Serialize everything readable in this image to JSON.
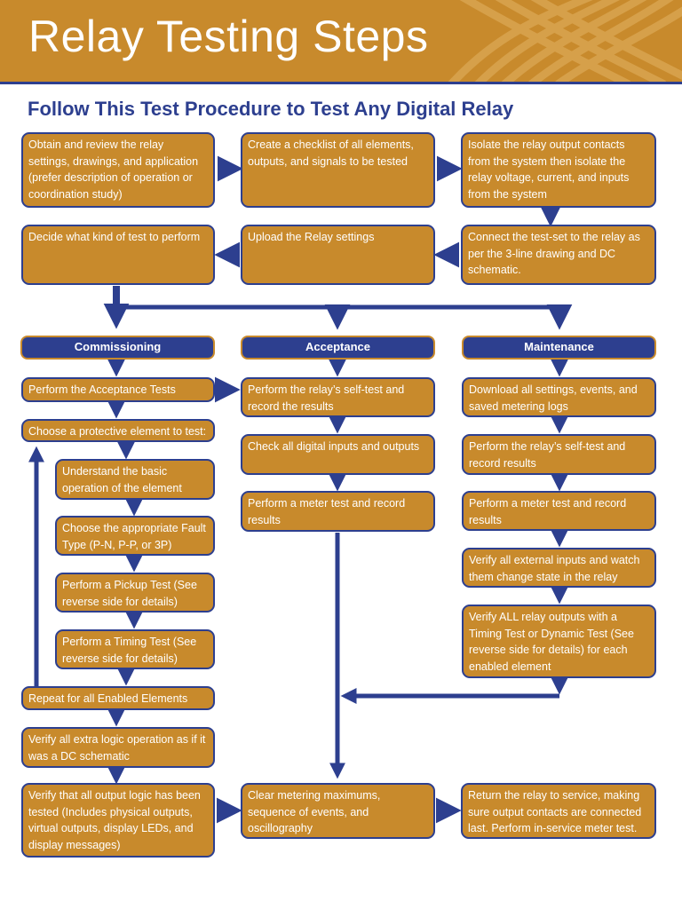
{
  "header": {
    "title": "Relay Testing Steps"
  },
  "subtitle": "Follow This Test Procedure to Test Any Digital Relay",
  "colors": {
    "orange": "#c88a2c",
    "navy": "#2d3f8f",
    "white": "#ffffff"
  },
  "row1": {
    "a": "Obtain and review the relay settings, drawings, and application (prefer description of operation or coordination study)",
    "b": "Create a checklist of all elements, outputs, and signals to be tested",
    "c": "Isolate the relay output contacts from the system then isolate the relay voltage, current, and inputs from the system"
  },
  "row2": {
    "a": "Decide what kind of test to perform",
    "b": "Upload the Relay settings",
    "c": "Connect the test-set to the relay as per the 3-line drawing and DC schematic."
  },
  "headers": {
    "commissioning": "Commissioning",
    "acceptance": "Acceptance",
    "maintenance": "Maintenance"
  },
  "commissioning": {
    "perform_acceptance": "Perform the Acceptance Tests",
    "choose_element": "Choose a protective element to test:",
    "understand": "Understand the basic operation of the element",
    "fault_type": "Choose the appropriate Fault Type (P-N, P-P, or 3P)",
    "pickup": "Perform a Pickup Test (See reverse side for details)",
    "timing": "Perform a Timing Test (See reverse side for details)",
    "repeat": "Repeat for all Enabled Elements",
    "extra_logic": "Verify all extra logic operation as if it was a DC schematic",
    "output_logic": "Verify that all output logic has been tested (Includes physical outputs, virtual outputs, display LEDs, and display messages)"
  },
  "acceptance": {
    "self_test": "Perform the relay’s self-test and record the results",
    "digital_io": "Check all digital inputs and outputs",
    "meter_test": "Perform a meter test and record results",
    "clear_metering": "Clear metering maximums, sequence of events, and oscillography"
  },
  "maintenance": {
    "download": "Download all settings, events, and saved metering logs",
    "self_test": "Perform the relay’s self-test and record results",
    "meter_test": "Perform a meter test and record results",
    "external_inputs": "Verify all external inputs and watch them change state in the relay",
    "relay_outputs": "Verify ALL relay outputs with a Timing Test or Dynamic Test (See reverse side for details) for each enabled element",
    "return_service": "Return the relay to service, making sure output contacts are connected last. Perform in-service meter test."
  }
}
